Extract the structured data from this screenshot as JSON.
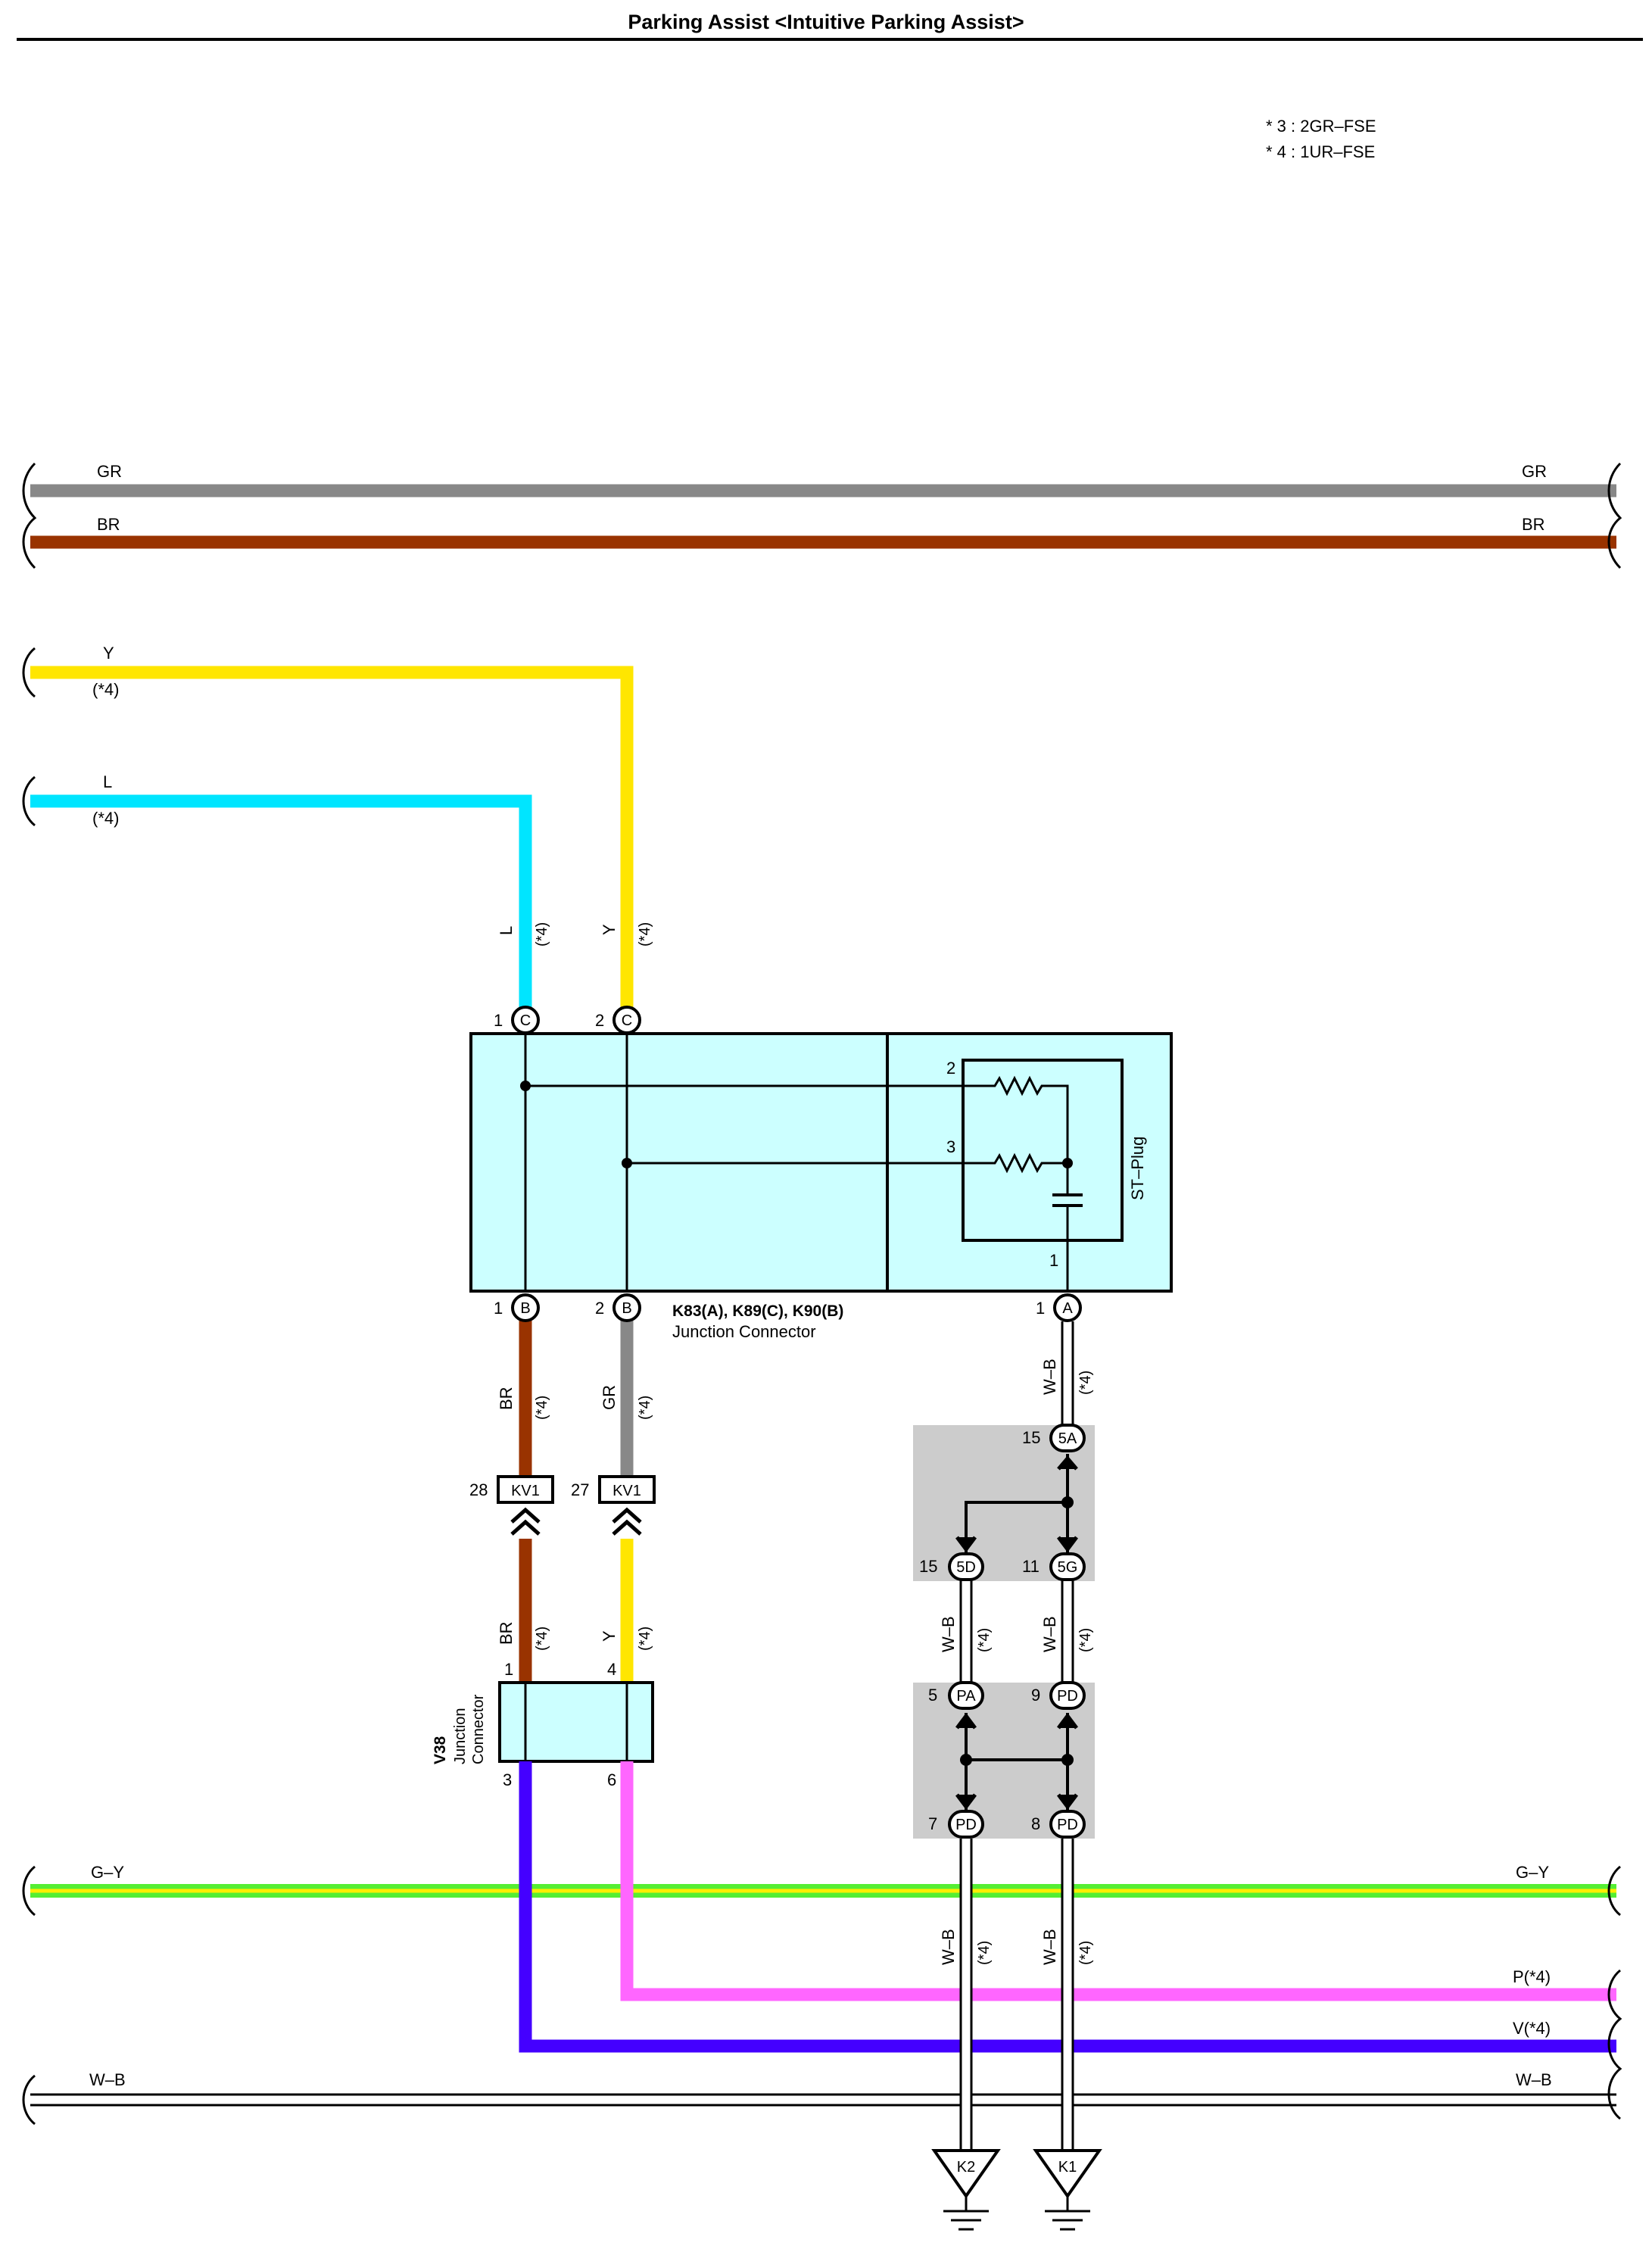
{
  "title": "Parking Assist <Intuitive Parking Assist>",
  "notes": [
    "* 3 : 2GR–FSE",
    "* 4 : 1UR–FSE"
  ],
  "wires": {
    "gr": "GR",
    "br": "BR",
    "y": "Y",
    "l": "L",
    "gy": "G–Y",
    "wb": "W–B",
    "p_right": "P(*4)",
    "v_right": "V(*4)",
    "n4": "(*4)"
  },
  "junction": {
    "name": "K83(A), K89(C), K90(B)",
    "sub": "Junction Connector",
    "st_plug": "ST–Plug",
    "pins": {
      "c1": "1",
      "c2": "2",
      "b1": "1",
      "b2": "2",
      "a1": "1",
      "r2": "2",
      "r3": "3",
      "cap1": "1"
    },
    "pin_letters": {
      "c": "C",
      "b": "B",
      "a": "A"
    }
  },
  "kv1": {
    "label": "KV1",
    "pin_br": "28",
    "pin_gr": "27"
  },
  "v38": {
    "id": "V38",
    "name_line1": "Junction",
    "name_line2": "Connector",
    "pin1": "1",
    "pin4": "4",
    "pin3": "3",
    "pin6": "6"
  },
  "connectors": {
    "c5a": {
      "label": "5A",
      "pin": "15"
    },
    "c5d": {
      "label": "5D",
      "pin": "15"
    },
    "c5g": {
      "label": "5G",
      "pin": "11"
    },
    "cpa": {
      "label": "PA",
      "pin": "5"
    },
    "cpd9": {
      "label": "PD",
      "pin": "9"
    },
    "cpd7": {
      "label": "PD",
      "pin": "7"
    },
    "cpd8": {
      "label": "PD",
      "pin": "8"
    }
  },
  "grounds": {
    "k2": "K2",
    "k1": "K1"
  },
  "colors": {
    "gr": "#888888",
    "br": "#993300",
    "y": "#ffe600",
    "l": "#00e5ff",
    "p": "#ff66ff",
    "v": "#4400ff",
    "green": "#55ee33",
    "yellow_stripe": "#ffee00",
    "box_fill": "#ccffff",
    "splice_fill": "#cccccc"
  }
}
